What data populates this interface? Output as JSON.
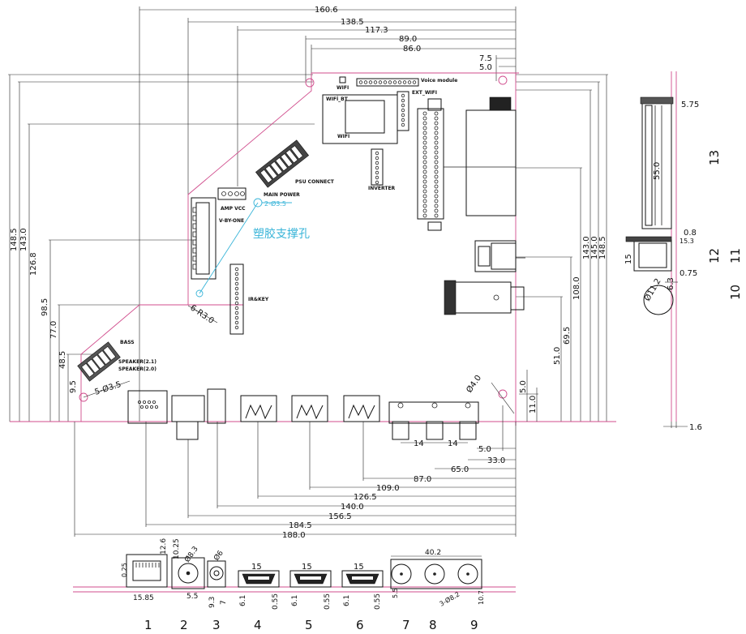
{
  "top_dims": [
    "160.6",
    "138.5",
    "117.3",
    "89.0",
    "86.0",
    "7.5",
    "5.0"
  ],
  "left_dims": [
    "148.5",
    "143.0",
    "126.8",
    "98.5",
    "77.0",
    "48.5",
    "9.5"
  ],
  "right_dims": [
    "108.0",
    "143.0",
    "145.0",
    "148.5",
    "51.0",
    "69.5"
  ],
  "bottom_dims": [
    "5.0",
    "33.0",
    "65.0",
    "87.0",
    "109.0",
    "126.5",
    "140.0",
    "156.5",
    "184.5",
    "188.0"
  ],
  "spacing_dims": [
    "14",
    "14"
  ],
  "hole_dims": [
    "5.0",
    "11.0",
    "Ø4.0",
    "5-Ø3.5",
    "6-R3.0",
    "2-Ø3.5"
  ],
  "board_labels": {
    "wifi_top": "WIFI",
    "voice": "Voice module",
    "wifi_bt": "WIFİ_BT",
    "wifi_bottom": "WIFI",
    "ext_wifi": "EXT_WIFI",
    "psu": "PSU CONNECT",
    "main_power": "MAIN POWER",
    "inverter": "INVERTER",
    "amp_vcc": "AMP VCC",
    "vbyone": "V-BY-ONE",
    "irkey": "IR&KEY",
    "bass": "BASS",
    "speaker21": "SPEAKER(2.1)",
    "speaker20": "SPEAKER(2.0)",
    "plastic_support": "塑胶支撑孔"
  },
  "side_dims": [
    "5.75",
    "55.0",
    "0.8",
    "15.3",
    "15",
    "0.75",
    "6.3",
    "Ø11.2",
    "1.6"
  ],
  "side_numbers": [
    "13",
    "12",
    "11",
    "10"
  ],
  "bottom_view_dims": [
    "12.6",
    "0.25",
    "15.85",
    "10.25",
    "Ø8.3",
    "5.5",
    "Ø6",
    "9.3",
    "7",
    "15",
    "15",
    "15",
    "6.1",
    "0.55",
    "6.1",
    "0.55",
    "6.1",
    "0.55",
    "40.2",
    "5.5",
    "3-Ø8.2",
    "10.7"
  ],
  "bottom_numbers": [
    "1",
    "2",
    "3",
    "4",
    "5",
    "6",
    "7",
    "8",
    "9"
  ]
}
